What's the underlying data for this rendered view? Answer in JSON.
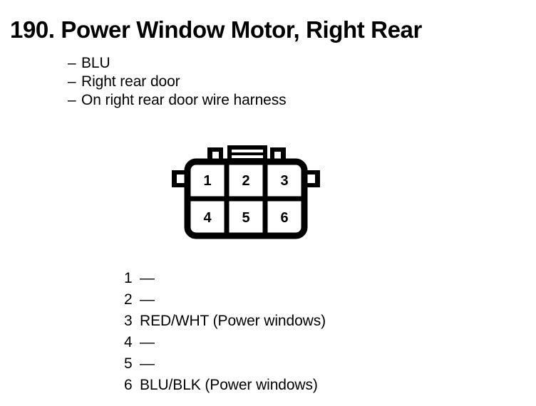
{
  "title": "190. Power Window Motor, Right Rear",
  "attributes": [
    {
      "dash": "–",
      "text": "BLU"
    },
    {
      "dash": "–",
      "text": "Right rear door"
    },
    {
      "dash": "–",
      "text": "On right rear door wire harness"
    }
  ],
  "connector": {
    "type": "6-pin connector, 2 rows x 3 columns",
    "rows": [
      {
        "cells": [
          "1",
          "2",
          "3"
        ]
      },
      {
        "cells": [
          "4",
          "5",
          "6"
        ]
      }
    ],
    "pin_labels": {
      "p1": "1",
      "p2": "2",
      "p3": "3",
      "p4": "4",
      "p5": "5",
      "p6": "6"
    },
    "outline_color": "#000000",
    "fill_color": "#ffffff"
  },
  "pin_legend": [
    {
      "number": "1",
      "description": "—"
    },
    {
      "number": "2",
      "description": "—"
    },
    {
      "number": "3",
      "description": "RED/WHT (Power windows)"
    },
    {
      "number": "4",
      "description": "—"
    },
    {
      "number": "5",
      "description": "—"
    },
    {
      "number": "6",
      "description": "BLU/BLK (Power windows)"
    }
  ]
}
